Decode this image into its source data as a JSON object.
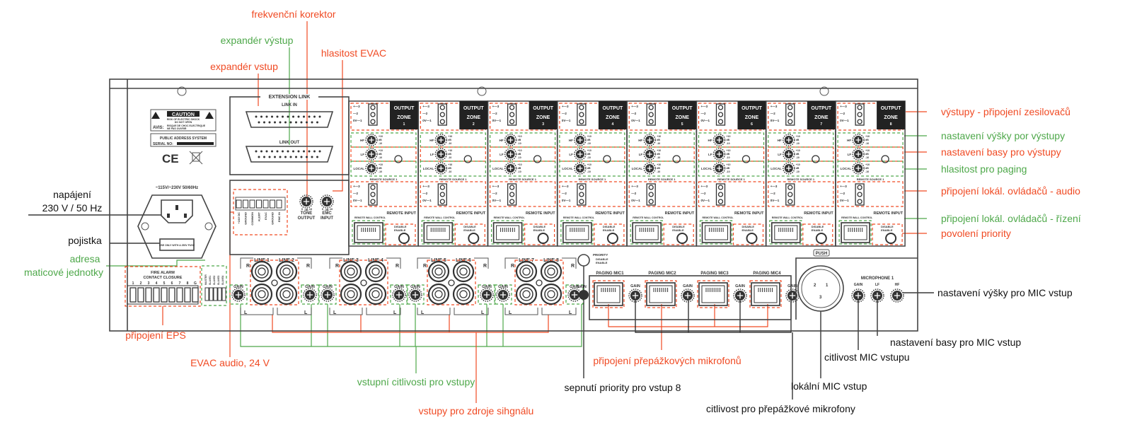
{
  "colors": {
    "red": "#f04a23",
    "green": "#4ea84a",
    "black": "#111111",
    "panel": "#444444"
  },
  "annotations": {
    "frekvencni_korektor": "frekvenční korektor",
    "expander_vystup": "expandér výstup",
    "hlasitost_evac": "hlasitost EVAC",
    "expander_vstup": "expandér vstup",
    "napajeni_1": "napájení",
    "napajeni_2": "230 V / 50 Hz",
    "pojistka": "pojistka",
    "adresa_1": "adresa",
    "adresa_2": "maticové jednotky",
    "vystupy": "výstupy - připojení zesilovačů",
    "vysky_vystupy": "nastavení výšky por výstupy",
    "basy_vystupy": "nastavení basy pro výstupy",
    "hlasitost_paging": "hlasitost pro paging",
    "lokal_audio": "připojení lokál. ovládačů - audio",
    "lokal_rizeni": "připojení lokál. ovládačů - řízení",
    "povoleni_priority": "povolení priority",
    "vysky_mic": "nastavení výšky pro MIC vstup",
    "basy_mic": "nastavení basy pro MIC vstup",
    "citlivost_mic": "citlivost MIC vstupu",
    "lokalni_mic": "lokální MIC vstup",
    "citlivost_prepazkove": "citlivost pro přepážkové mikrofony",
    "pripojeni_prepazkovych": "připojení přepážkových mikrofonů",
    "sepnuti_priority": "sepnutí priority pro vstup 8",
    "vstupy_zdroje": "vstupy pro zdroje sihgnálu",
    "vstupni_citlivosti": "vstupní citlivosti pro vstupy",
    "evac_audio": "EVAC audio, 24 V",
    "pripojeni_eps": "připojení EPS"
  },
  "panel": {
    "extension_link": "EXTENSION LINK",
    "link_in": "LINK IN",
    "link_out": "LINK OUT",
    "caution": "CAUTION",
    "caution_sub1": "RISK OF ELECTRIC SHOCK",
    "caution_sub2": "DO NOT OPEN",
    "avis": "AVIS:",
    "avis_sub1": "RISQUE DE CHOC ELECTRIQUE",
    "avis_sub2": "NE PAS OUVRIR",
    "public_address": "PUBLIC ADDRESS SYSTEM",
    "serial_no": "SERIAL NO:",
    "ce": "CE",
    "voltage": "~115V/~230V 50/60Hz",
    "fuse": "USE ONLY WITH A 250V FUSE",
    "evac_terminals": [
      "+24V DC",
      "GROUND",
      "COMMON",
      "ALERT",
      "EVAC",
      "GROUND",
      "EMC IN"
    ],
    "tone_output": [
      "TONE",
      "OUTPUT"
    ],
    "emc_input": [
      "EMC",
      "INPUT"
    ],
    "knob_scale": [
      "0",
      "dB",
      "10"
    ],
    "fire_alarm": [
      "FIRE ALARM",
      "CONTACT CLOSURE"
    ],
    "fire_terminals": [
      "1",
      "2",
      "3",
      "4",
      "5",
      "6",
      "7",
      "8",
      "G"
    ],
    "dip_labels": [
      "MASTER",
      "SLAVE1",
      "SLAVE2",
      "SLAVE3",
      "SLAVE4"
    ],
    "zone_output": "OUTPUT",
    "zone_word": "ZONE",
    "zones": [
      "1",
      "2",
      "3",
      "4",
      "5",
      "6",
      "7",
      "8"
    ],
    "terminal_pins": [
      "+—3",
      "—2",
      "0V—1"
    ],
    "hf": "HF",
    "lf": "LF",
    "local": "LOCAL",
    "eq_scale": [
      "+10",
      "dB",
      "-10"
    ],
    "remote_source": "REMOTE SOURCE 1",
    "remote_input": "REMOTE INPUT",
    "remote_wall_control": "REMOTE WALL CONTROL",
    "disable": "DISABLE",
    "enable": "ENABLE",
    "line_labels": [
      "LINE 1",
      "LINE 2",
      "LINE 3",
      "LINE 4",
      "LINE 5",
      "LINE 6",
      "LINE 7",
      "LINE 8"
    ],
    "r": "R",
    "l": "L",
    "gain": "GAIN",
    "priority": "PRIORITY",
    "paging_mics": [
      "PAGING MIC1",
      "PAGING MIC2",
      "PAGING MIC3",
      "PAGING MIC4"
    ],
    "push": "PUSH",
    "microphone_1": "MICROPHONE 1",
    "mic_knobs": [
      "GAIN",
      "LF",
      "HF"
    ],
    "xlr_pins": [
      "2",
      "1",
      "3"
    ]
  }
}
